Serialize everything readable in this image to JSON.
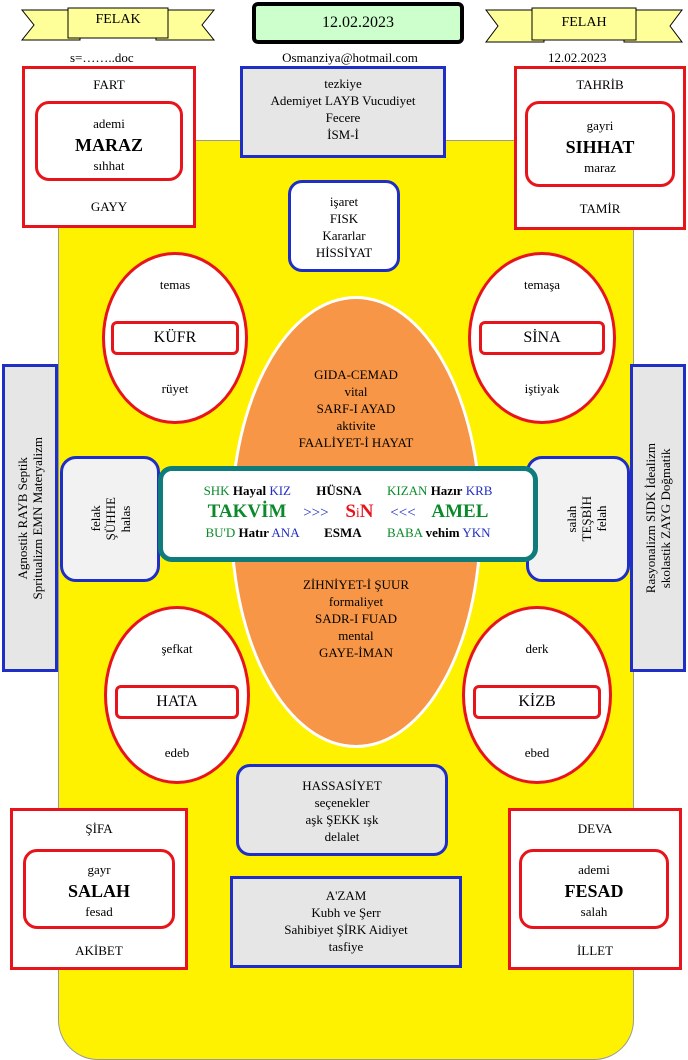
{
  "top": {
    "left_banner": "FELAK",
    "right_banner": "FELAH",
    "date_box": "12.02.2023",
    "filename": "s=……..doc",
    "email": "Osmanziya@hotmail.com",
    "date_right": "12.02.2023"
  },
  "corners": {
    "top_left": {
      "top": "FART",
      "inner_top": "ademi",
      "inner_main": "MARAZ",
      "inner_bottom": "sıhhat",
      "bottom": "GAYY"
    },
    "top_right": {
      "top": "TAHRİB",
      "inner_top": "gayri",
      "inner_main": "SIHHAT",
      "inner_bottom": "maraz",
      "bottom": "TAMİR"
    },
    "bottom_left": {
      "top": "ŞİFA",
      "inner_top": "gayr",
      "inner_main": "SALAH",
      "inner_bottom": "fesad",
      "bottom": "AKİBET"
    },
    "bottom_right": {
      "top": "DEVA",
      "inner_top": "ademi",
      "inner_main": "FESAD",
      "inner_bottom": "salah",
      "bottom": "İLLET"
    }
  },
  "blue_boxes": {
    "top": [
      "tezkiye",
      "Ademiyet LAYB Vucudiyet",
      "Fecere",
      "İSM-İ"
    ],
    "upper": [
      "işaret",
      "FISK",
      "Kararlar",
      "HİSSİYAT"
    ],
    "lower": [
      "HASSASİYET",
      "seçenekler",
      "aşk ŞEKK ışk",
      "delalet"
    ],
    "bottom": [
      "A'ZAM",
      "Kubh ve Şerr",
      "Sahibiyet ŞİRK Aidiyet",
      "tasfiye"
    ]
  },
  "side_panels": {
    "left": [
      "Agnostik RAYB Septik",
      "Spritualizm EMN Materyalizm"
    ],
    "right": [
      "Rasyonalizm SIDK İdealizm",
      "skolastik ZAYG Doğmatik"
    ]
  },
  "side_tabs": {
    "left": [
      "felak",
      "ŞÜHHE",
      "halas"
    ],
    "right": [
      "salah",
      "TEŞBİH",
      "felah"
    ]
  },
  "ellipses": {
    "top_left": {
      "top": "temas",
      "word": "KÜFR",
      "bottom": "rüyet"
    },
    "top_right": {
      "top": "temaşa",
      "word": "SİNA",
      "bottom": "iştiyak"
    },
    "bottom_left": {
      "top": "şefkat",
      "word": "HATA",
      "bottom": "edeb"
    },
    "bottom_right": {
      "top": "derk",
      "word": "KİZB",
      "bottom": "ebed"
    }
  },
  "center": {
    "upper": [
      "GIDA-CEMAD",
      "vital",
      "SARF-I AYAD",
      "aktivite",
      "FAALİYET-İ HAYAT"
    ],
    "lower": [
      "ZİHNİYET-İ ŞUUR",
      "formaliyet",
      "SADR-I FUAD",
      "mental",
      "GAYE-İMAN"
    ]
  },
  "core": {
    "row1": {
      "a": "SHK",
      "b": "Hayal",
      "c": "KIZ",
      "d": "HÜSNA",
      "e": "KIZAN",
      "f": "Hazır",
      "g": "KRB"
    },
    "row2": {
      "a": "TAKVİM",
      "b": ">>>",
      "c": "S",
      "d": "i",
      "e": "N",
      "f": "<<<",
      "g": "AMEL"
    },
    "row3": {
      "a": "BU'D",
      "b": "Hatır",
      "c": "ANA",
      "d": "ESMA",
      "e": "BABA",
      "f": "vehim",
      "g": "YKN"
    }
  },
  "colors": {
    "red": "#e8141c",
    "blue": "#1f2ec4",
    "yellow": "#fff200",
    "orange": "#f79646",
    "teal": "#0e7c7b",
    "green": "#0a8a2a",
    "banner": "#ffff99",
    "date_green": "#ccffcc"
  }
}
